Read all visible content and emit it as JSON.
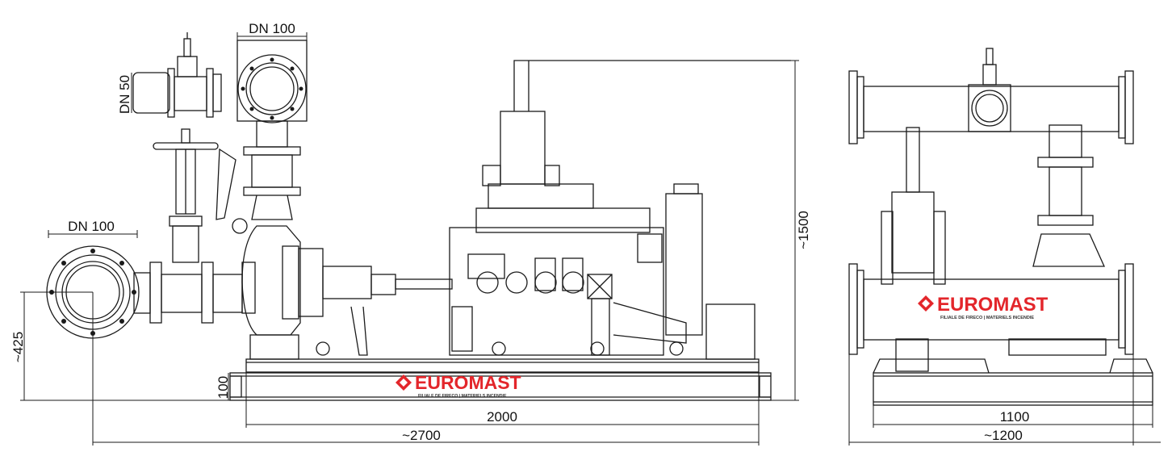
{
  "side_view": {
    "label_dn100_top": "DN 100",
    "label_dn50": "DN 50",
    "label_dn100_left": "DN 100",
    "dim_height": "~1500",
    "dim_axis": "~425",
    "dim_base": "100",
    "dim_frame_length": "2000",
    "dim_total_length": "~2700"
  },
  "end_view": {
    "dim_frame_width": "1100",
    "dim_total_width": "~1200"
  },
  "brand": {
    "name": "EUROMAST",
    "tagline": "FILIALE DE FIRECO | MATERIELS INCENDIE",
    "color": "#e3262b"
  },
  "line_color": "#1a1a1a"
}
